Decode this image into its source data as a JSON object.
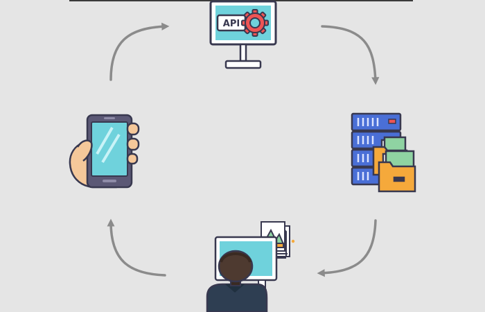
{
  "diagram": {
    "nodes": [
      {
        "id": "api",
        "icon": "api-gear-monitor-icon",
        "label": "API"
      },
      {
        "id": "server",
        "icon": "server-rack-with-folders-icon"
      },
      {
        "id": "developer",
        "icon": "person-at-computer-icon"
      },
      {
        "id": "mobile",
        "icon": "smartphone-in-hand-icon"
      }
    ],
    "flow": [
      "api",
      "server",
      "developer",
      "mobile",
      "api"
    ],
    "direction": "clockwise"
  },
  "colors": {
    "background": "#e5e5e5",
    "outline": "#38384f",
    "arrow": "#8b8b8b",
    "accent_gear": "#ee5555",
    "screen_cyan": "#6fd2dc",
    "server_blue": "#4a6fd6",
    "folder_orange": "#f5a93b",
    "skin": "#f5c89a"
  }
}
